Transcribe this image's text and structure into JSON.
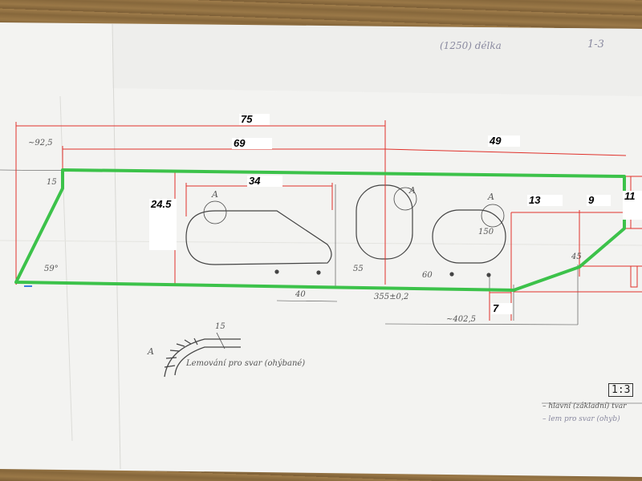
{
  "header": {
    "top_note": "(1250) délka",
    "sheet_no": "1-3"
  },
  "dimensions": {
    "d75": "75",
    "d69": "69",
    "d49": "49",
    "d34": "34",
    "d24_5": "24.5",
    "d13": "13",
    "d9": "9",
    "d11": "11",
    "d7": "7"
  },
  "handwritten": {
    "angle_59": "59°",
    "dim_92_5": "~92,5",
    "d15": "15",
    "d355": "355±0,2",
    "d402_5": "~402,5",
    "d40": "40",
    "d150": "150",
    "d45": "45",
    "d55": "55",
    "d60": "60",
    "letter_a1": "A",
    "letter_a2": "A",
    "letter_a3": "A",
    "letter_a_detail": "A",
    "detail_caption": "Lemování pro svar (ohýbané)",
    "detail_dim": "15"
  },
  "legend": {
    "scale": "1:3",
    "line1": "– hlavní (základní) tvar",
    "line2": "– lem pro svar (ohyb)"
  },
  "colors": {
    "outline_green": "#3cc24a",
    "dim_red": "#e0312b",
    "pencil": "#444444",
    "paper": "#f3f3f1"
  }
}
